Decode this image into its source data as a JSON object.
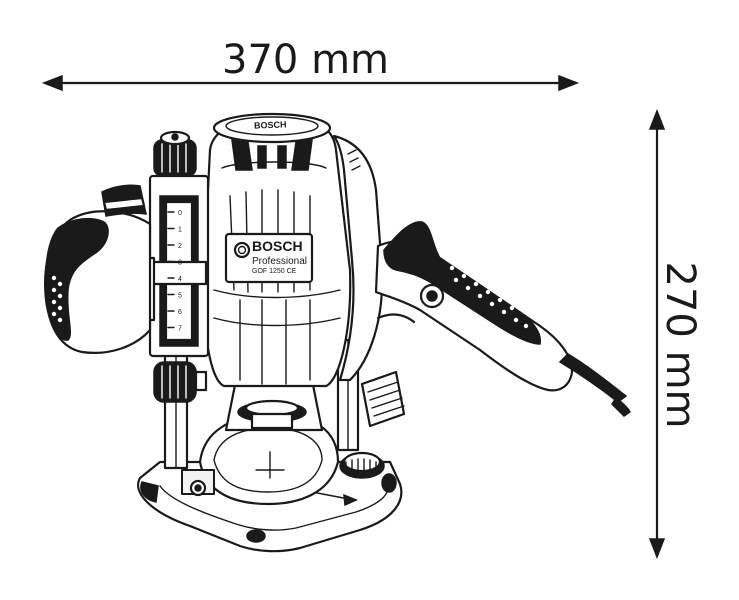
{
  "dimensions": {
    "width_label": "370 mm",
    "height_label": "270 mm"
  },
  "product": {
    "brand": "BOSCH",
    "line": "Professional",
    "model": "GOF 1250 CE",
    "cap_brand": "BOSCH"
  },
  "depth_scale": {
    "ticks": [
      "0",
      "1",
      "2",
      "3",
      "4",
      "5",
      "6",
      "7"
    ]
  },
  "colors": {
    "line": "#1a1a1a",
    "fill": "#ffffff",
    "grip": "#1a1a1a"
  }
}
